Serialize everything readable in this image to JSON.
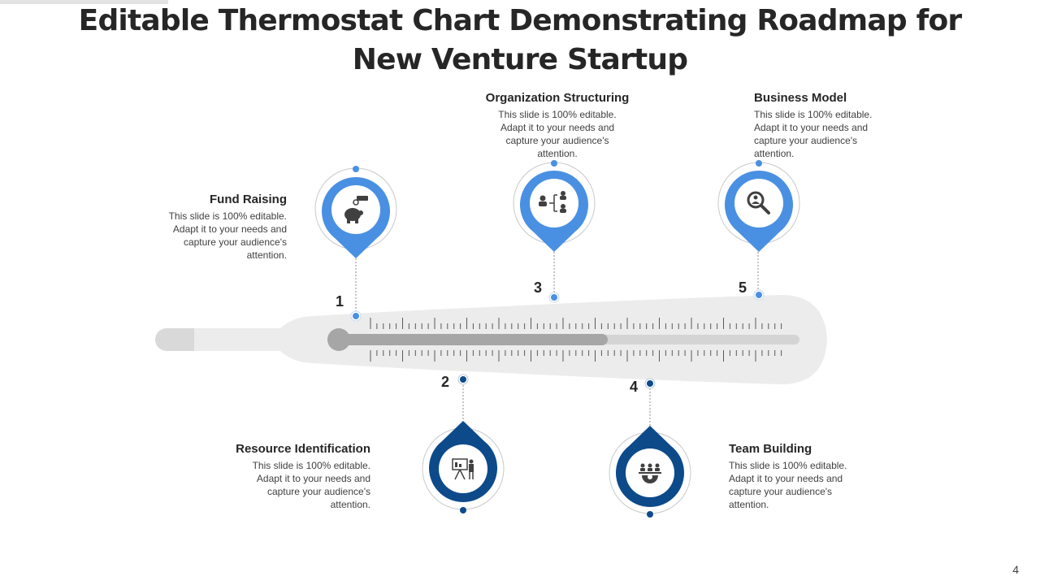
{
  "title": "Editable Thermostat Chart Demonstrating Roadmap for New Venture Startup",
  "page_number": "4",
  "colors": {
    "light_blue": "#4a90e2",
    "dark_blue": "#0d4a8a",
    "tube": "#ececec",
    "mercury": "#a6a6a6"
  },
  "steps": [
    {
      "number": "1",
      "heading": "Fund Raising",
      "text": "This slide is 100% editable. Adapt it to your needs and capture your audience's attention.",
      "icon": "piggy-bank-icon"
    },
    {
      "number": "2",
      "heading": "Resource Identification",
      "text": "This slide is 100% editable. Adapt it to your needs and capture your audience's attention.",
      "icon": "presentation-board-icon"
    },
    {
      "number": "3",
      "heading": "Organization Structuring",
      "text": "This slide is 100% editable. Adapt it to your needs and capture your audience's attention.",
      "icon": "org-chart-icon"
    },
    {
      "number": "4",
      "heading": "Team Building",
      "text": "This slide is 100% editable. Adapt it to your needs and capture your audience's attention.",
      "icon": "team-gear-icon"
    },
    {
      "number": "5",
      "heading": "Business Model",
      "text": "This slide is 100% editable. Adapt it to your needs and capture your audience's attention.",
      "icon": "magnifier-person-icon"
    }
  ]
}
